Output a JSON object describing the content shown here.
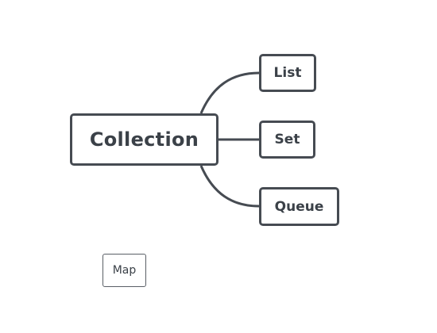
{
  "diagram": {
    "root": {
      "label": "Collection"
    },
    "children": [
      {
        "id": "list",
        "label": "List"
      },
      {
        "id": "set",
        "label": "Set"
      },
      {
        "id": "queue",
        "label": "Queue"
      }
    ],
    "floating": {
      "label": "Map"
    }
  },
  "colors": {
    "stroke": "#464b52",
    "text": "#3b4148",
    "background": "#ffffff"
  }
}
